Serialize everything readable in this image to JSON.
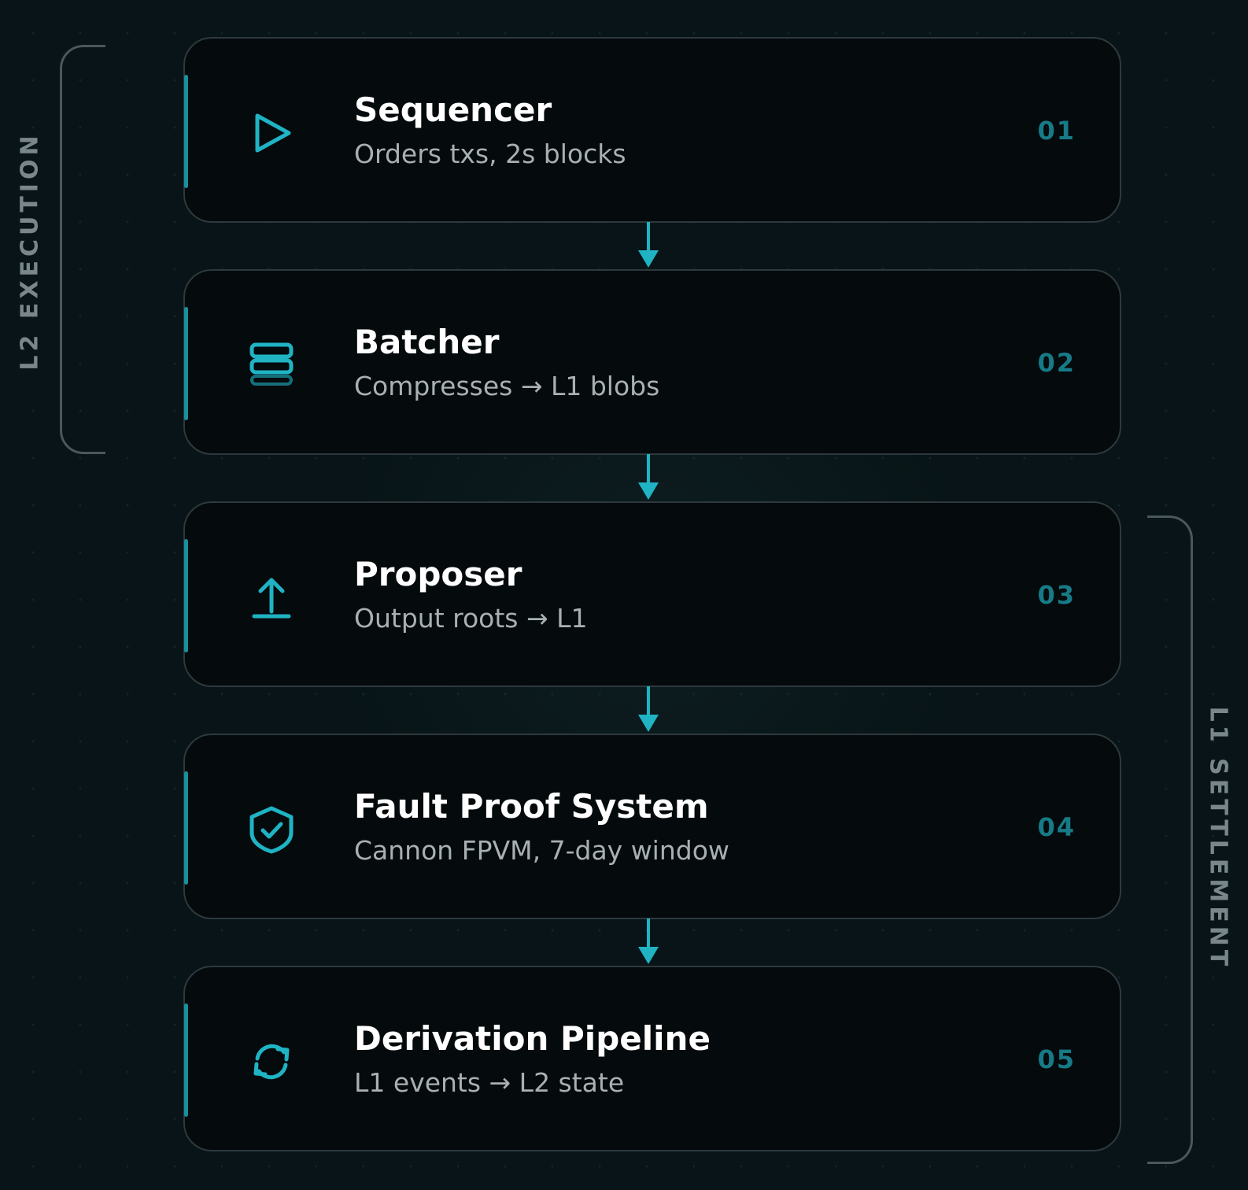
{
  "groups": {
    "l2_execution": "L2 EXECUTION",
    "l1_settlement": "L1 SETTLEMENT"
  },
  "colors": {
    "accent": "#1fb3c4",
    "index": "#167b87",
    "title": "#ffffff",
    "subtitle": "#a7b0b3",
    "background": "#081417",
    "card_border": "#2d3a3d"
  },
  "steps": [
    {
      "title": "Sequencer",
      "subtitle": "Orders txs, 2s blocks",
      "index": "01",
      "icon": "play-icon"
    },
    {
      "title": "Batcher",
      "subtitle": "Compresses → L1 blobs",
      "index": "02",
      "icon": "stack-icon"
    },
    {
      "title": "Proposer",
      "subtitle": "Output roots → L1",
      "index": "03",
      "icon": "upload-icon"
    },
    {
      "title": "Fault Proof System",
      "subtitle": "Cannon FPVM, 7-day window",
      "index": "04",
      "icon": "shield-check-icon"
    },
    {
      "title": "Derivation Pipeline",
      "subtitle": "L1 events → L2 state",
      "index": "05",
      "icon": "refresh-icon"
    }
  ]
}
